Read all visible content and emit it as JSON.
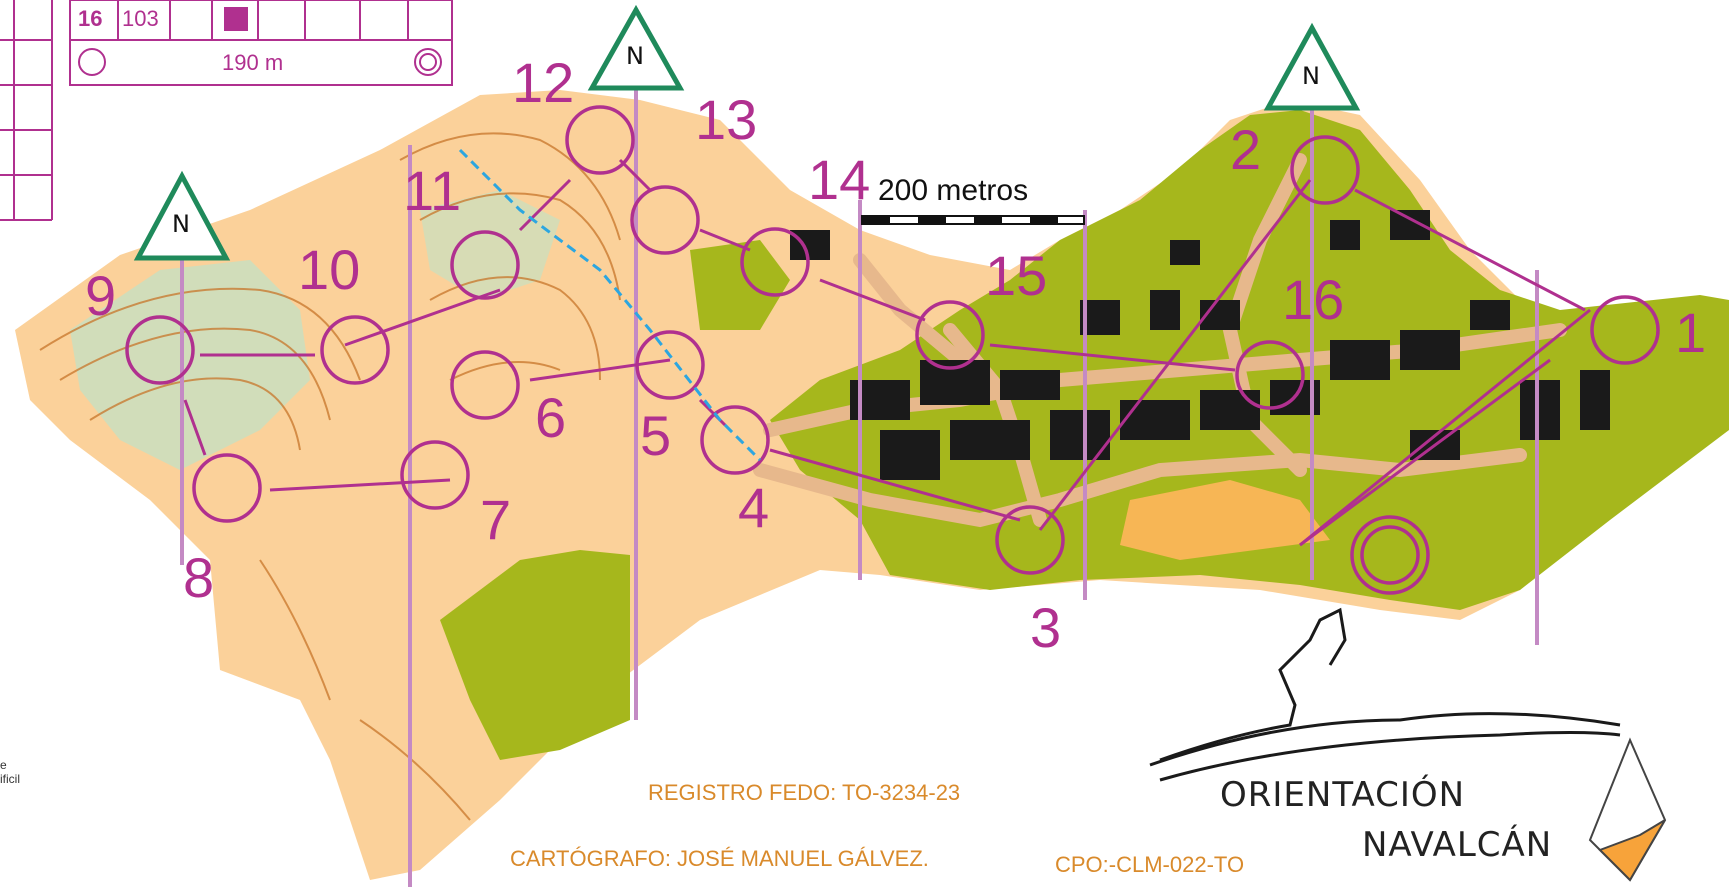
{
  "map": {
    "scale_label": "200 metros",
    "north_label": "N",
    "controls": [
      "1",
      "2",
      "3",
      "4",
      "5",
      "6",
      "7",
      "8",
      "9",
      "10",
      "11",
      "12",
      "13",
      "14",
      "15",
      "16"
    ],
    "credits": {
      "registro": "REGISTRO FEDO: TO-3234-23",
      "cartografo": "CARTÓGRAFO: JOSÉ MANUEL GÁLVEZ.",
      "cpo": "CPO:-CLM-022-TO"
    },
    "brand": {
      "line1": "ORIENTACIÓN",
      "line2": "NAVALCÁN"
    },
    "description_sheet": {
      "control": "16",
      "code": "103",
      "distance": "190 m"
    },
    "edge_text": {
      "line1": "e",
      "line2": "ificil"
    },
    "colors": {
      "overprint": "#b0308f",
      "open_land": "#fbd19a",
      "forest_green": "#a6b71c",
      "building": "#1a1a1a",
      "road": "#e7b88c",
      "north_green": "#1f8a5b",
      "magnetic_line": "#c48ac4"
    }
  }
}
